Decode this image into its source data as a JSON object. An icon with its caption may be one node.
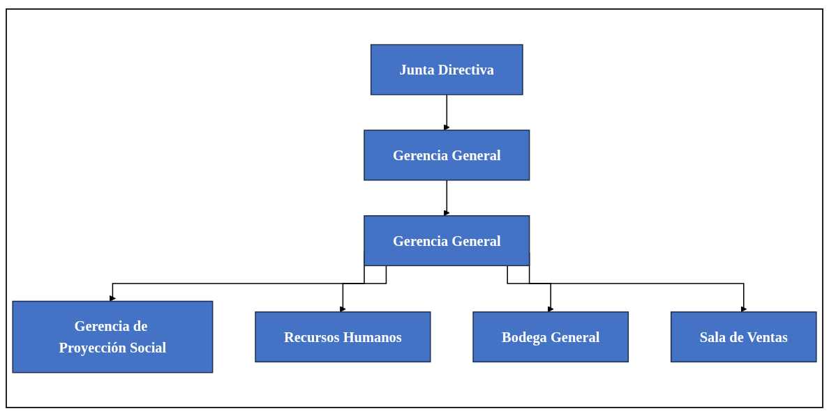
{
  "diagram": {
    "nodes": [
      {
        "text": [
          "Junta Directiva"
        ]
      },
      {
        "text": [
          "Gerencia General"
        ]
      },
      {
        "text": [
          "Gerencia General"
        ]
      },
      {
        "text": [
          "Gerencia de Proyección Social"
        ]
      },
      {
        "text": [
          "Recursos Humanos"
        ]
      },
      {
        "text": [
          "Bodega General"
        ]
      },
      {
        "text": [
          "Sala de Ventas"
        ]
      }
    ],
    "edges": [
      {
        "from": 0,
        "to": 1,
        "arrow": "to"
      },
      {
        "from": 1,
        "to": 2,
        "arrow": "to"
      },
      {
        "from": 2,
        "to": 3,
        "arrow": "to"
      },
      {
        "from": 2,
        "to": 4,
        "arrow": "to"
      },
      {
        "from": 2,
        "to": 5,
        "arrow": "to"
      },
      {
        "from": 2,
        "to": 6,
        "arrow": "to"
      }
    ]
  }
}
